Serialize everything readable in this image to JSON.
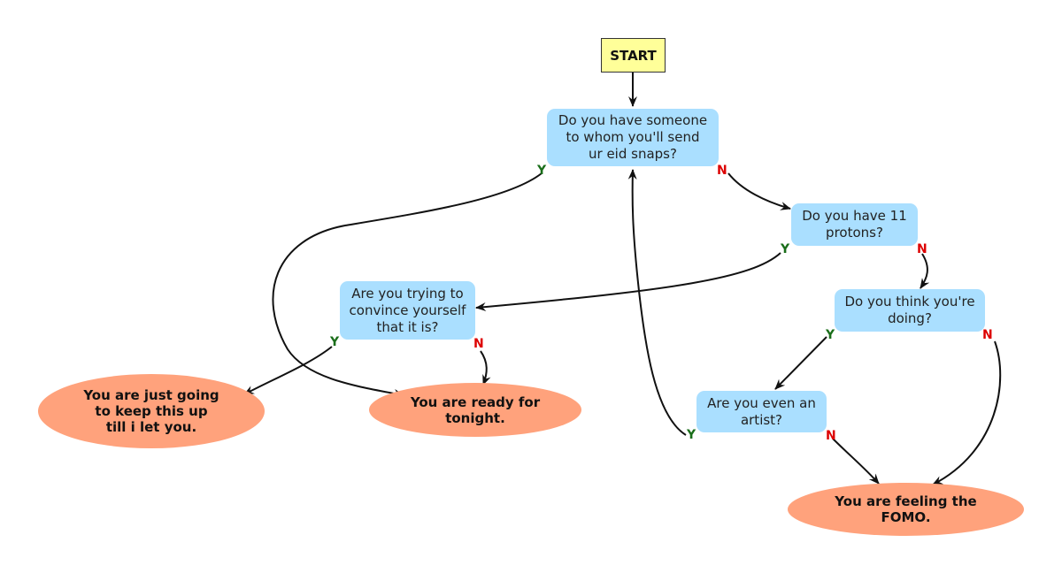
{
  "start": "START",
  "questions": {
    "q1": "Do you have someone\nto whom you'll send\nur eid snaps?",
    "q2": "Do you have 11\nprotons?",
    "q3": "Are you trying to\nconvince yourself\nthat it is?",
    "q4": "Do you think you're\ndoing?",
    "q5": "Are you even an\nartist?"
  },
  "answers": {
    "a1": "You are just going\nto keep this up\ntill i let you.",
    "a2": "You are ready for\ntonight.",
    "a3": "You are feeling the\nFOMO."
  },
  "labels": {
    "yes": "Y",
    "no": "N"
  },
  "colors": {
    "start_fill": "#ffff99",
    "question_fill": "#aadfff",
    "answer_fill": "#ffa27c",
    "yes_label": "#1a6e1a",
    "no_label": "#dd0000"
  }
}
